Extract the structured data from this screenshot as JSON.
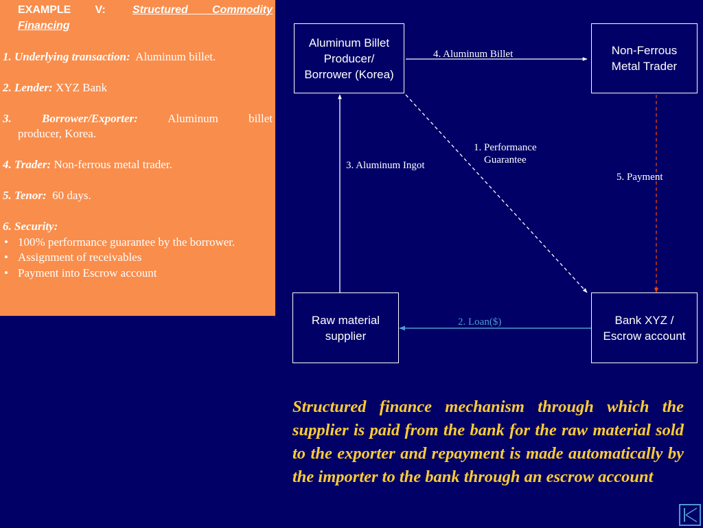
{
  "left_panel": {
    "example_lead": "EXAMPLE V:",
    "example_title_1": "Structured Commodity",
    "example_title_2": "Financing",
    "items": [
      {
        "num_label": "1.  Underlying transaction:",
        "value": "Aluminum billet."
      },
      {
        "num_label": "2. Lender:",
        "value": "XYZ Bank"
      },
      {
        "num_label": "3. Borrower/Exporter:",
        "value_1": "Aluminum",
        "value_2": "billet",
        "value_cont": "producer, Korea."
      },
      {
        "num_label": "4. Trader:",
        "value": "Non-ferrous metal trader."
      },
      {
        "num_label": "5. Tenor:",
        "value": "60 days."
      },
      {
        "num_label": "6. Security:"
      }
    ],
    "bullet": "•",
    "security_bullets": [
      "100% performance guarantee by the borrower.",
      "Assignment of receivables",
      "Payment into Escrow account"
    ]
  },
  "diagram": {
    "nodes": {
      "producer": [
        "Aluminum Billet",
        "Producer/",
        "Borrower (Korea)"
      ],
      "trader": [
        "Non-Ferrous",
        "Metal Trader"
      ],
      "supplier": [
        "Raw material",
        "supplier"
      ],
      "bank": [
        "Bank XYZ /",
        "Escrow account"
      ]
    },
    "edges": {
      "aluminum_billet": "4. Aluminum Billet",
      "performance_guarantee_1": "1. Performance",
      "performance_guarantee_2": "Guarantee",
      "aluminum_ingot": "3. Aluminum Ingot",
      "payment": "5.  Payment",
      "loan": "2. Loan($)"
    },
    "colors": {
      "background": "#000066",
      "panel": "#f98d4c",
      "caption": "#ffcc33",
      "payment_arrow": "#e0431c",
      "loan_arrow": "#4f9cd0"
    }
  },
  "caption": "Structured finance mechanism through which the supplier is paid from the bank for the raw material sold to the exporter and repayment is made automatically by the importer to the bank through an escrow account",
  "nav": {
    "icon": "skip-to-start-icon"
  }
}
